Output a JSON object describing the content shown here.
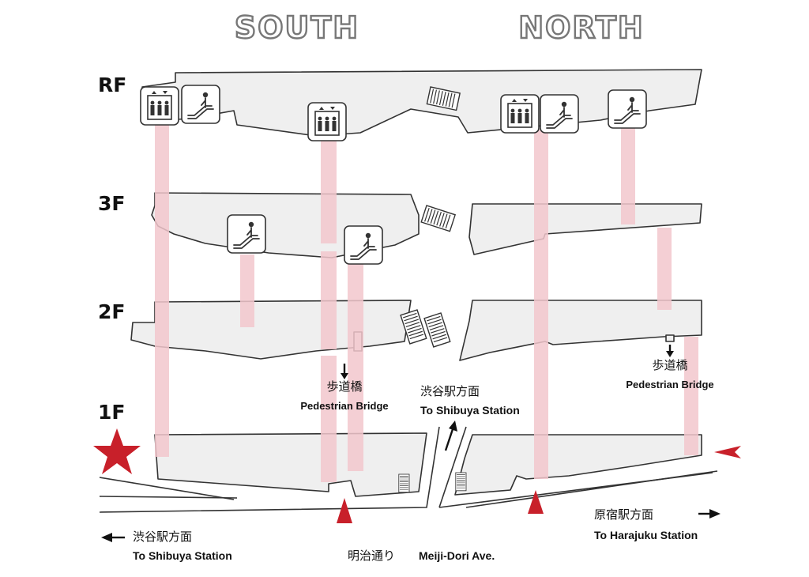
{
  "wings": {
    "south": "SOUTH",
    "north": "NORTH"
  },
  "floors": [
    "RF",
    "3F",
    "2F",
    "1F"
  ],
  "labels": {
    "bridge_south_jp": "歩道橋",
    "bridge_south_en": "Pedestrian Bridge",
    "bridge_north_jp": "歩道橋",
    "bridge_north_en": "Pedestrian Bridge",
    "shibuya_center_jp": "渋谷駅方面",
    "shibuya_center_en": "To Shibuya Station",
    "shibuya_left_jp": "渋谷駅方面",
    "shibuya_left_en": "To Shibuya Station",
    "harajuku_jp": "原宿駅方面",
    "harajuku_en": "To Harajuku Station",
    "street_jp": "明治通り",
    "street_en": "Meiji-Dori Ave."
  },
  "legend_icons": [
    "elevator-icon",
    "escalator-icon",
    "stairs-icon",
    "star-marker",
    "entrance-triangle"
  ],
  "colors": {
    "shaft": "#f2c7cc",
    "marker": "#c8202a",
    "slab": "#efefef"
  }
}
